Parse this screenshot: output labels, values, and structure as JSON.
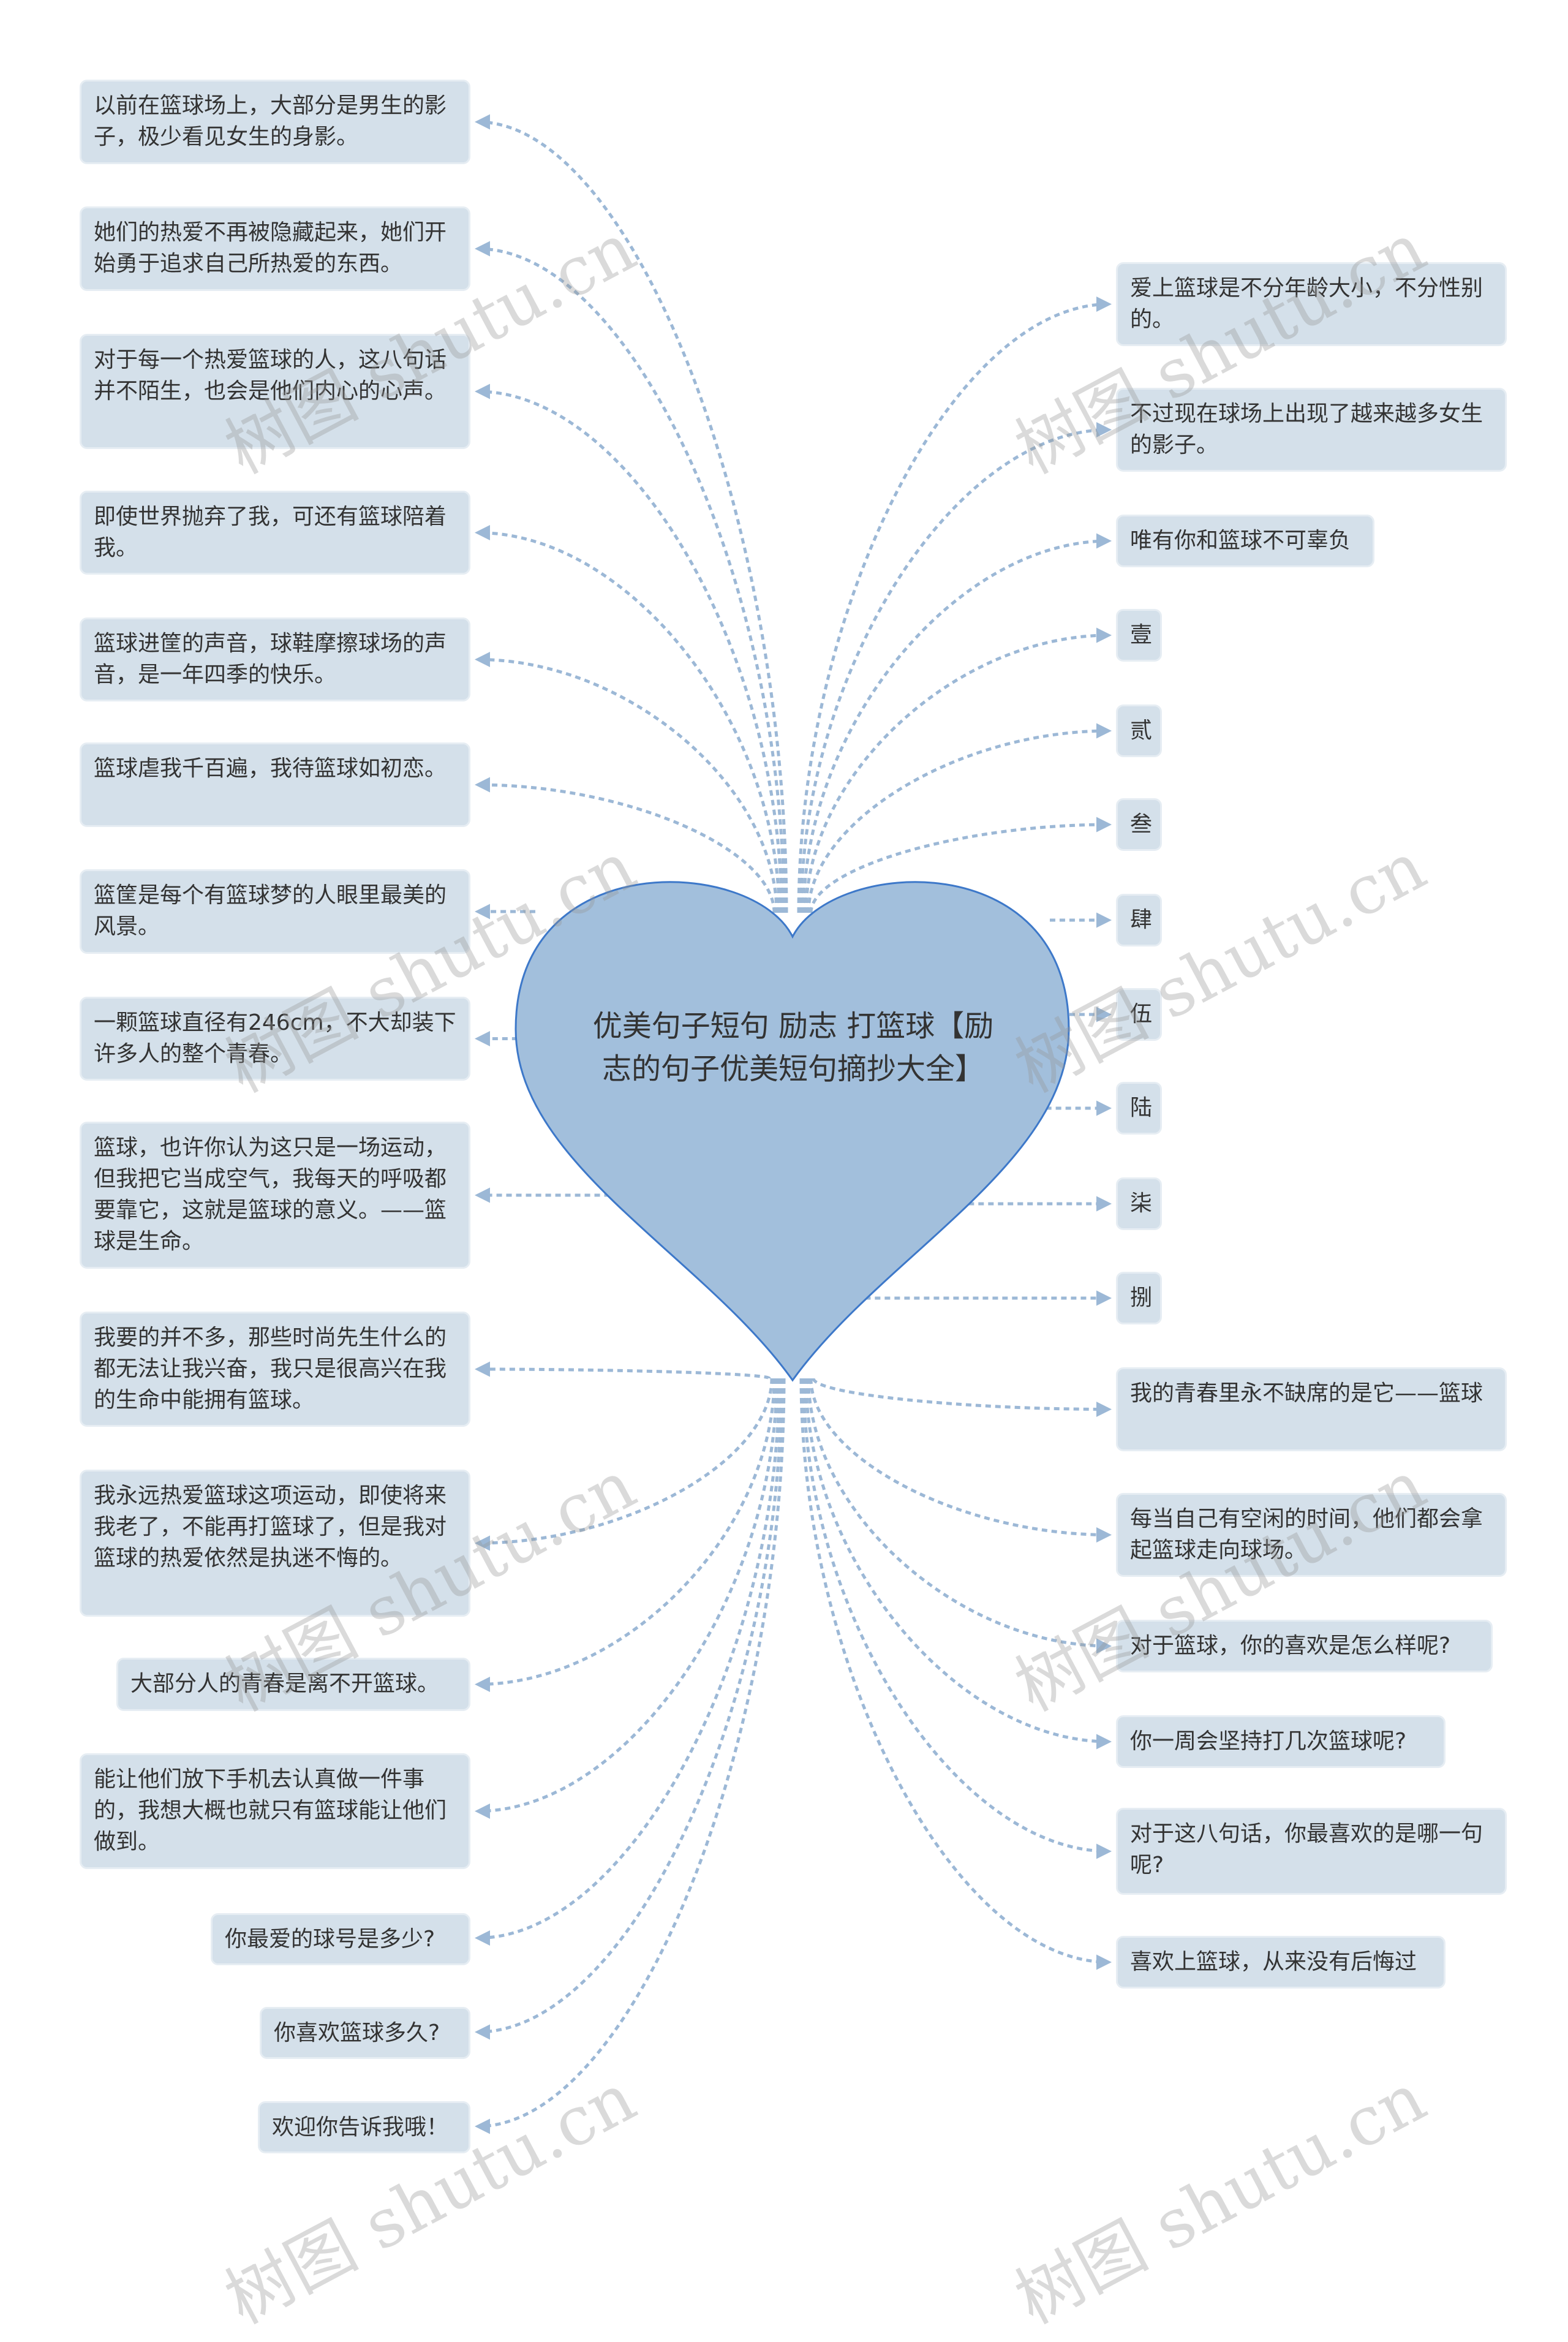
{
  "title": "优美句子短句 励志 打篮球【励志的句子优美短句摘抄大全】",
  "colors": {
    "heart_fill": "#a2bfdc",
    "heart_stroke": "#3d78c9",
    "node_bg": "#d4e0ea",
    "edge": "#9cb8d6"
  },
  "watermark": "树图 shutu.cn",
  "left_nodes": [
    "以前在篮球场上，大部分是男生的影子，极少看见女生的身影。",
    "她们的热爱不再被隐藏起来，她们开始勇于追求自己所热爱的东西。",
    "对于每一个热爱篮球的人，这八句话并不陌生，也会是他们内心的心声。",
    "即使世界抛弃了我，可还有篮球陪着我。",
    "篮球进筐的声音，球鞋摩擦球场的声音，是一年四季的快乐。",
    "篮球虐我千百遍，我待篮球如初恋。",
    "篮筐是每个有篮球梦的人眼里最美的风景。",
    "一颗篮球直径有246cm，不大却装下许多人的整个青春。",
    "篮球，也许你认为这只是一场运动，但我把它当成空气，我每天的呼吸都要靠它，这就是篮球的意义。——篮球是生命。",
    "我要的并不多，那些时尚先生什么的都无法让我兴奋，我只是很高兴在我的生命中能拥有篮球。",
    "我永远热爱篮球这项运动，即使将来我老了，不能再打篮球了，但是我对篮球的热爱依然是执迷不悔的。",
    "大部分人的青春是离不开篮球。",
    "能让他们放下手机去认真做一件事的，我想大概也就只有篮球能让他们做到。",
    "你最爱的球号是多少?",
    "你喜欢篮球多久?",
    "欢迎你告诉我哦！"
  ],
  "right_nodes": [
    "爱上篮球是不分年龄大小，不分性别的。",
    "不过现在球场上出现了越来越多女生的影子。",
    "唯有你和篮球不可辜负",
    "壹",
    "贰",
    "叁",
    "肆",
    "伍",
    "陆",
    "柒",
    "捌",
    "我的青春里永不缺席的是它——篮球",
    "每当自己有空闲的时间，他们都会拿起篮球走向球场。",
    "对于篮球，你的喜欢是怎么样呢?",
    "你一周会坚持打几次篮球呢?",
    "对于这八句话，你最喜欢的是哪一句呢?",
    "喜欢上篮球，从来没有后悔过"
  ]
}
